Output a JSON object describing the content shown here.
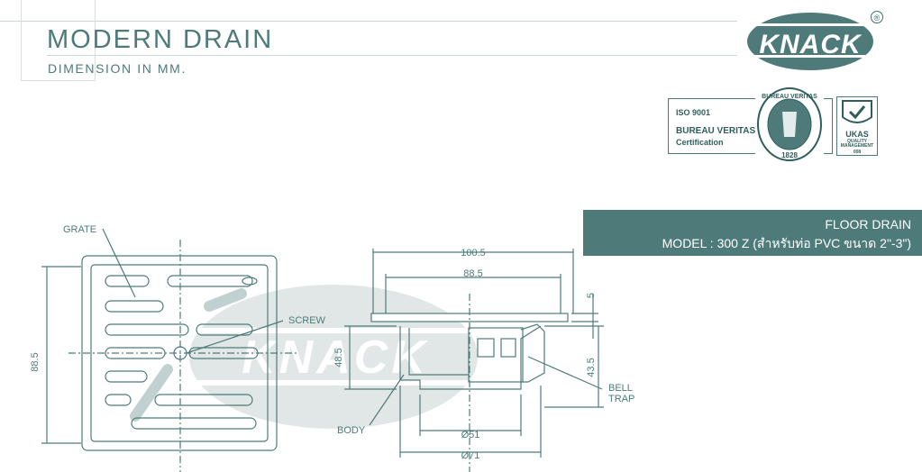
{
  "header": {
    "title": "MODERN DRAIN",
    "subtitle": "DIMENSION IN MM."
  },
  "brand": {
    "logo_text": "KNACK",
    "registered_mark": "®",
    "watermark_text": "KNACK",
    "color": "#4e7b7a"
  },
  "certification": {
    "iso": "ISO 9001",
    "body": "BUREAU VERITAS",
    "type": "Certification",
    "seal_top": "BUREAU VERITAS",
    "seal_year": "1828",
    "ukas_label": "UKAS",
    "ukas_sub1": "QUALITY",
    "ukas_sub2": "MANAGEMENT",
    "ukas_code": "008"
  },
  "product": {
    "name": "FLOOR DRAIN",
    "model": "MODEL : 300 Z (สำหรับท่อ PVC ขนาด 2\"-3\")"
  },
  "labels": {
    "grate": "GRATE",
    "screw": "SCREW",
    "body": "BODY",
    "bell_trap_1": "BELL",
    "bell_trap_2": "TRAP"
  },
  "dimensions": {
    "plan_side": "88.5",
    "overall_width": "100.5",
    "inner_width": "88.5",
    "flange_thickness": "5",
    "body_height": "48.5",
    "trap_height": "43.5",
    "outlet_diameter": "Ø51",
    "outer_diameter": "Ø71"
  }
}
